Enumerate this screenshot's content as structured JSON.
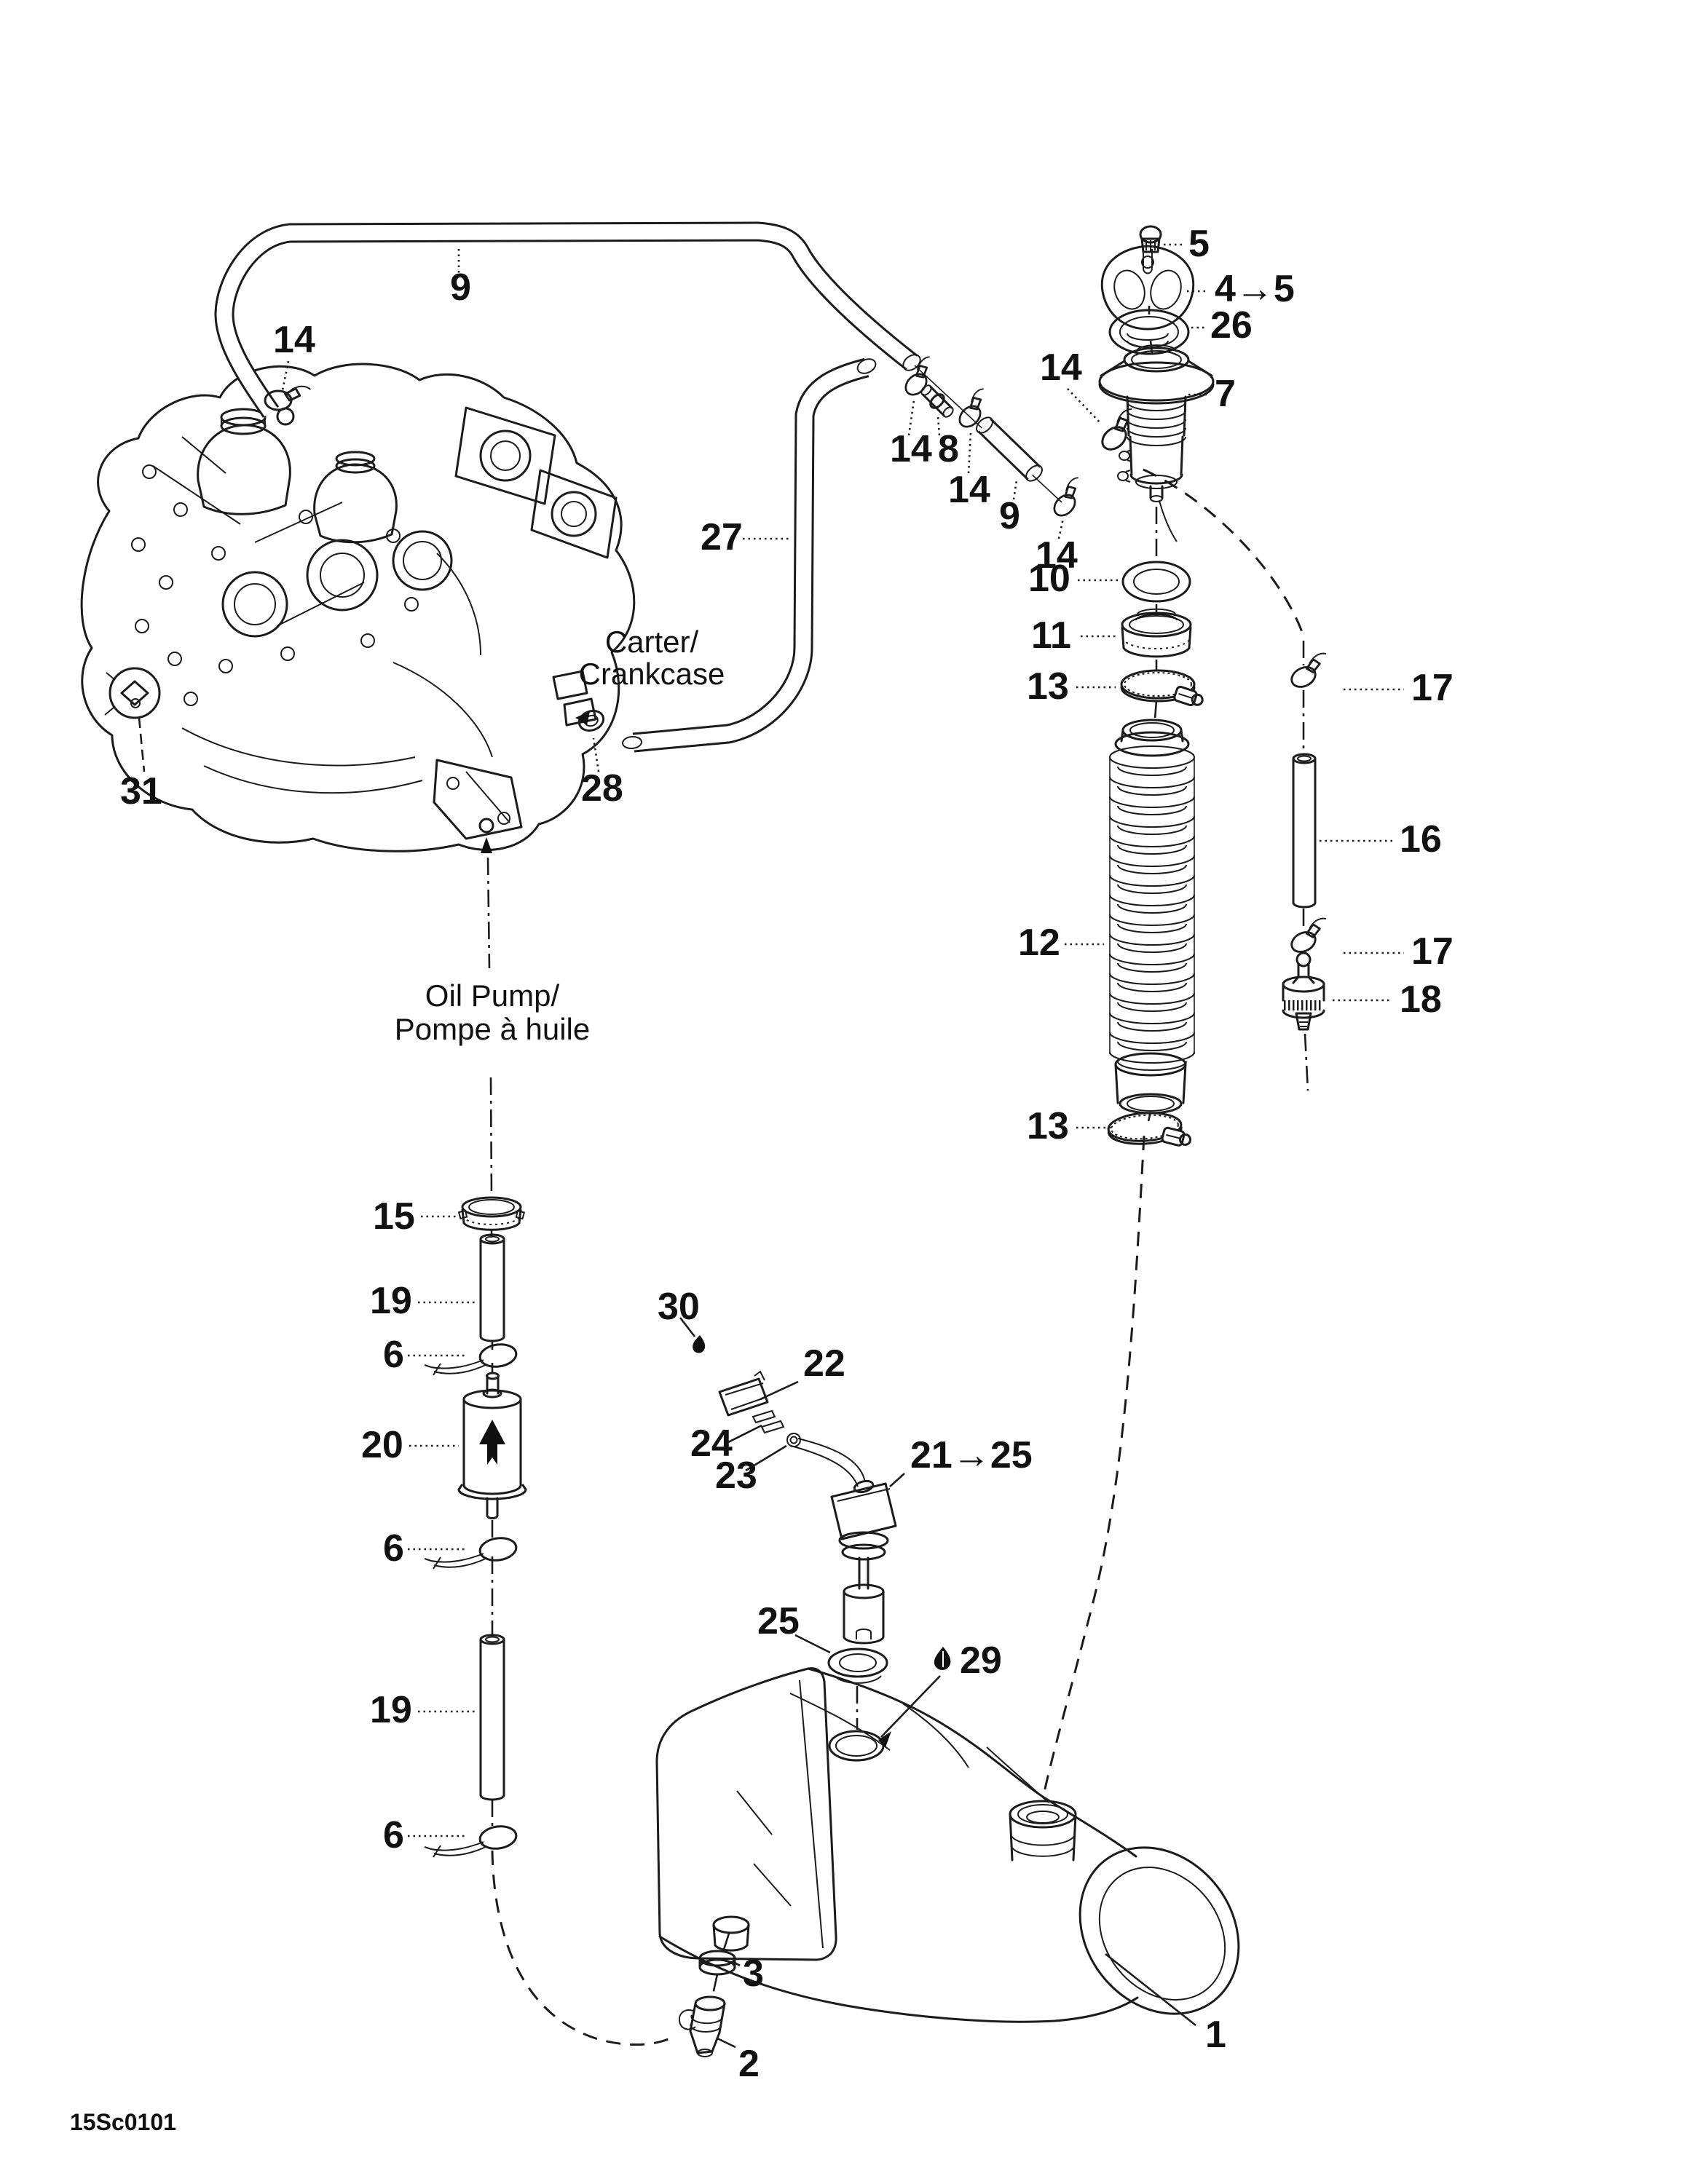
{
  "diagram": {
    "drawing_code": "15Sc0101",
    "ink_color": "#1c1c1c",
    "background_color": "#ffffff",
    "labels": {
      "crankcase_1": "Carter/",
      "crankcase_2": "Crankcase",
      "oil_pump_1": "Oil Pump/",
      "oil_pump_2": "Pompe à huile"
    },
    "callouts": [
      {
        "part": "oil-tank",
        "text": "1"
      },
      {
        "part": "drain-fitting",
        "text": "2"
      },
      {
        "part": "drain-grommet",
        "text": "3"
      },
      {
        "part": "cap-vent",
        "text": "5"
      },
      {
        "part": "filler-cap",
        "text": "4→5"
      },
      {
        "part": "o-ring",
        "text": "26"
      },
      {
        "part": "filler-neck",
        "text": "7"
      },
      {
        "part": "vent-hose",
        "text": "9"
      },
      {
        "part": "hose-clamp",
        "text": "14"
      },
      {
        "part": "hose-clamp",
        "text": "14"
      },
      {
        "part": "hose-clamp",
        "text": "14"
      },
      {
        "part": "hose-fitting",
        "text": "8"
      },
      {
        "part": "hose-clamp",
        "text": "14"
      },
      {
        "part": "vent-hose-segment",
        "text": "9"
      },
      {
        "part": "hose-clamp",
        "text": "14"
      },
      {
        "part": "supply-hose",
        "text": "27"
      },
      {
        "part": "crankcase-grommet",
        "text": "28"
      },
      {
        "part": "crankcase-symbol",
        "text": "31"
      },
      {
        "part": "gasket-ring",
        "text": "10"
      },
      {
        "part": "ring-nut",
        "text": "11"
      },
      {
        "part": "worm-clamp",
        "text": "13"
      },
      {
        "part": "bellows-hose",
        "text": "12"
      },
      {
        "part": "worm-clamp",
        "text": "13"
      },
      {
        "part": "ear-clamp",
        "text": "17"
      },
      {
        "part": "vent-tube",
        "text": "16"
      },
      {
        "part": "ear-clamp",
        "text": "17"
      },
      {
        "part": "check-valve",
        "text": "18"
      },
      {
        "part": "clamp-ring",
        "text": "15"
      },
      {
        "part": "oil-hose",
        "text": "19"
      },
      {
        "part": "spring-clamp",
        "text": "6"
      },
      {
        "part": "oil-filter",
        "text": "20"
      },
      {
        "part": "spring-clamp",
        "text": "6"
      },
      {
        "part": "oil-hose",
        "text": "19"
      },
      {
        "part": "spring-clamp",
        "text": "6"
      },
      {
        "part": "oil-drop",
        "text": "30"
      },
      {
        "part": "connector",
        "text": "22"
      },
      {
        "part": "terminals",
        "text": "24"
      },
      {
        "part": "washer",
        "text": "23"
      },
      {
        "part": "oil-level-sensor",
        "text": "21→25"
      },
      {
        "part": "tank-grommet",
        "text": "25"
      },
      {
        "part": "oil-drop",
        "text": "29"
      }
    ]
  }
}
